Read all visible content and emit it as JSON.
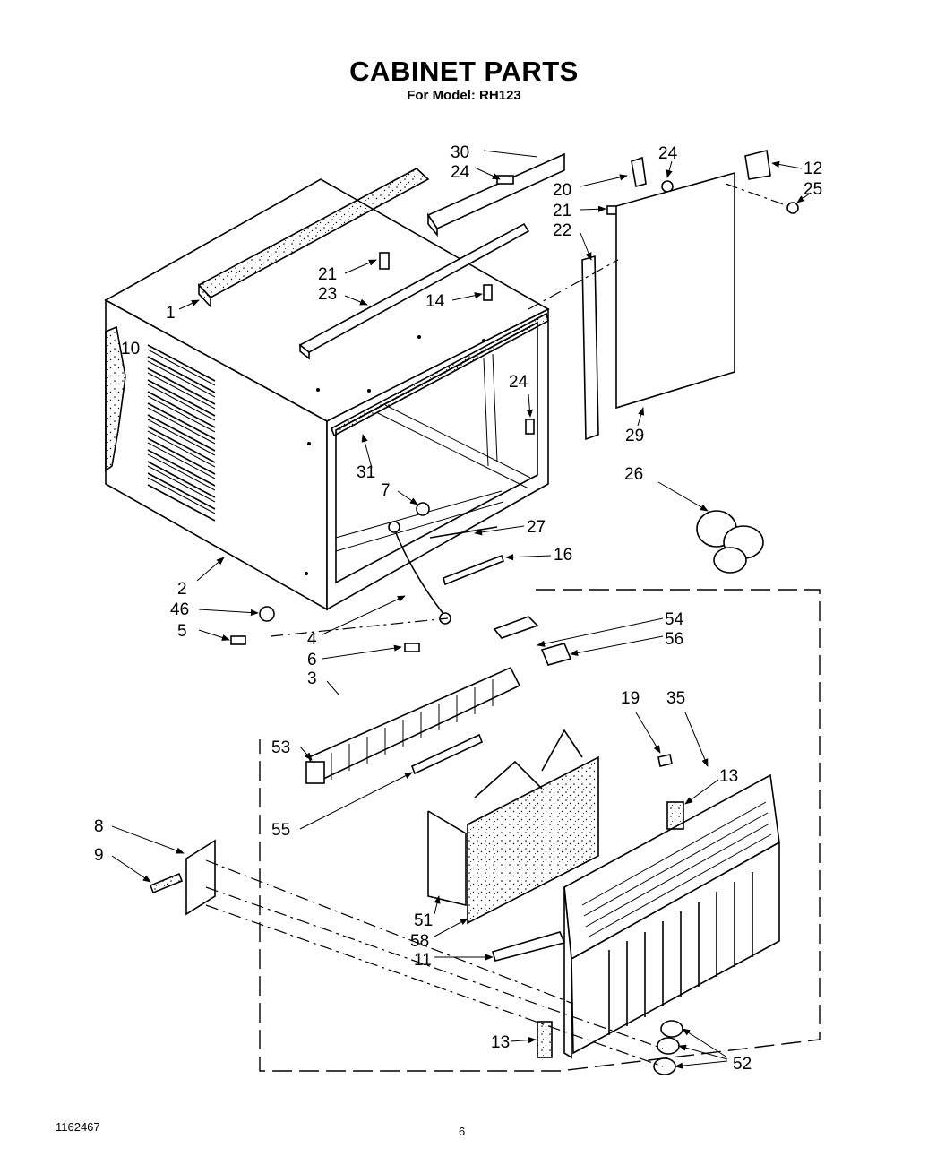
{
  "header": {
    "title": "CABINET PARTS",
    "subtitle": "For Model: RH123"
  },
  "footer": {
    "doc_number": "1162467",
    "page_number": "6"
  },
  "callouts": [
    "30",
    "24",
    "20",
    "21",
    "22",
    "24",
    "12",
    "25",
    "21",
    "23",
    "1",
    "14",
    "10",
    "24",
    "29",
    "31",
    "7",
    "26",
    "27",
    "16",
    "2",
    "46",
    "5",
    "4",
    "6",
    "54",
    "56",
    "3",
    "19",
    "35",
    "53",
    "13",
    "55",
    "8",
    "9",
    "51",
    "58",
    "11",
    "13",
    "52"
  ]
}
